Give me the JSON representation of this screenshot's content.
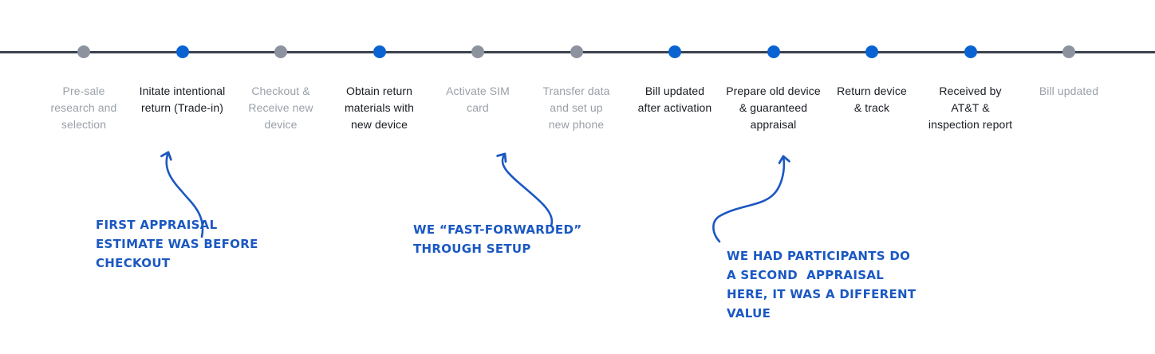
{
  "colors": {
    "timeline_line": "#3c424d",
    "dot_active": "#0a63d2",
    "dot_inactive": "#8c939e",
    "label_active": "#171b22",
    "label_inactive": "#9aa0a8",
    "annotation_blue": "#1b58c2"
  },
  "timeline": {
    "stops": [
      {
        "label": "Pre-sale research and selection",
        "lines": [
          "Pre-sale",
          "research and",
          "selection"
        ],
        "state": "inactive"
      },
      {
        "label": "Initate intentional return (Trade-in)",
        "lines": [
          "Initate intentional",
          "return (Trade-in)"
        ],
        "state": "active"
      },
      {
        "label": "Checkout & Receive new device",
        "lines": [
          "Checkout &",
          "Receive new",
          "device"
        ],
        "state": "inactive"
      },
      {
        "label": "Obtain return materials with new device",
        "lines": [
          "Obtain return",
          "materials with",
          "new device"
        ],
        "state": "active"
      },
      {
        "label": "Activate SIM card",
        "lines": [
          "Activate SIM",
          "card"
        ],
        "state": "inactive"
      },
      {
        "label": "Transfer data and set up new phone",
        "lines": [
          "Transfer data",
          "and set up",
          "new phone"
        ],
        "state": "inactive"
      },
      {
        "label": "Bill updated after activation",
        "lines": [
          "Bill updated",
          "after activation"
        ],
        "state": "active"
      },
      {
        "label": "Prepare old device & guaranteed appraisal",
        "lines": [
          "Prepare old device",
          "& guaranteed",
          "appraisal"
        ],
        "state": "active"
      },
      {
        "label": "Return device & track",
        "lines": [
          "Return device",
          "& track"
        ],
        "state": "active"
      },
      {
        "label": "Received by AT&T & inspection report",
        "lines": [
          "Received by",
          "AT&T &",
          "inspection report"
        ],
        "state": "active"
      },
      {
        "label": "Bill updated",
        "lines": [
          "Bill updated"
        ],
        "state": "inactive"
      }
    ]
  },
  "annotations": [
    {
      "lines": [
        "FIRST APPRAISAL",
        "ESTIMATE WAS BEFORE",
        "CHECKOUT"
      ]
    },
    {
      "lines": [
        "WE “FAST-FORWARDED”",
        "THROUGH SETUP"
      ]
    },
    {
      "lines": [
        "WE HAD PARTICIPANTS DO",
        "A SECOND  APPRAISAL",
        "HERE, IT WAS A DIFFERENT",
        "VALUE"
      ]
    }
  ]
}
